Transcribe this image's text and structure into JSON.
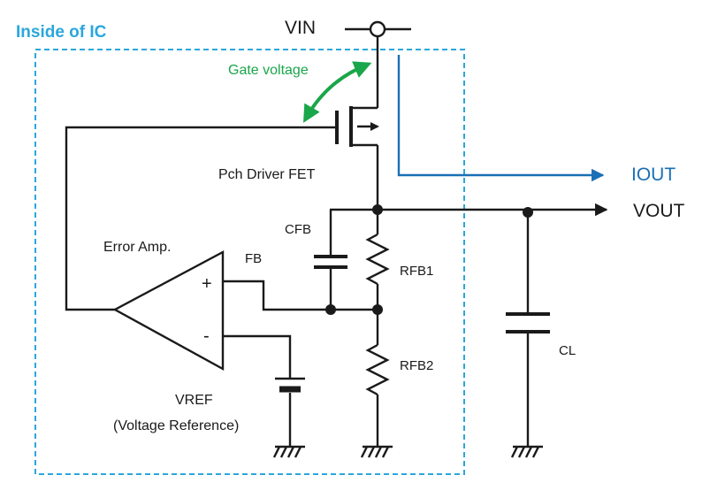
{
  "labels": {
    "inside_ic": "Inside of IC",
    "vin": "VIN",
    "gate_voltage": "Gate voltage",
    "fet": "Pch Driver FET",
    "iout": "IOUT",
    "vout": "VOUT",
    "cfb": "CFB",
    "error_amp": "Error Amp.",
    "fb": "FB",
    "plus": "+",
    "minus": "-",
    "rfb1": "RFB1",
    "rfb2": "RFB2",
    "cl": "CL",
    "vref": "VREF",
    "vref_desc": "(Voltage Reference)"
  },
  "colors": {
    "ic_border": "#2aa7dc",
    "gate_arrow": "#1aa64a",
    "iout": "#1a6fb5",
    "wire": "#1a1a1a"
  }
}
